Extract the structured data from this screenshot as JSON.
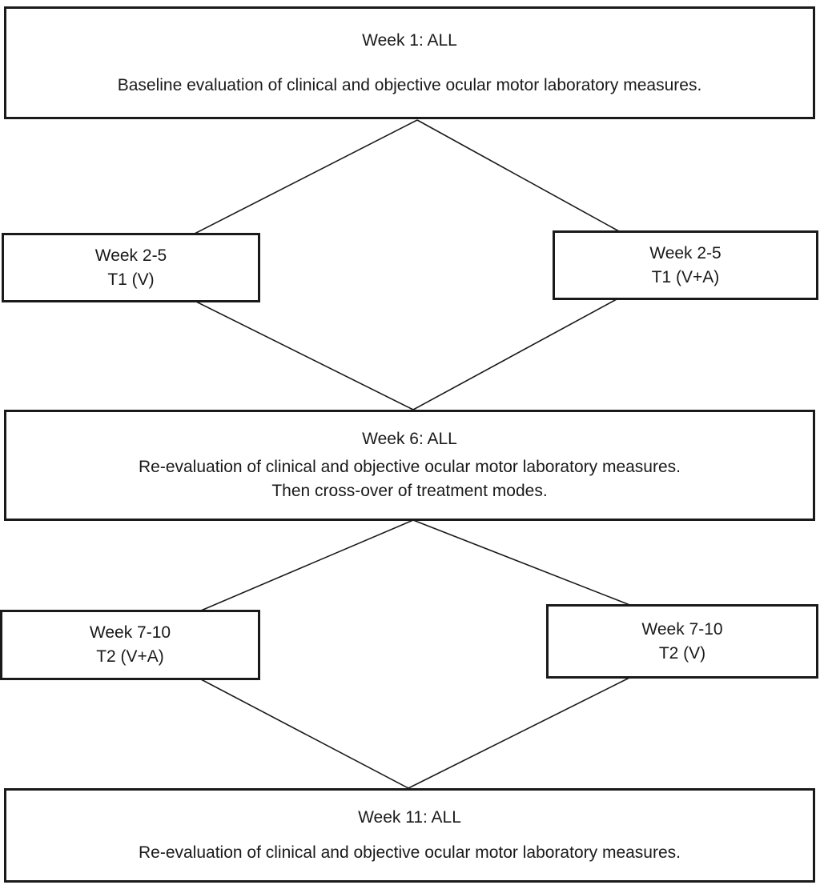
{
  "diagram": {
    "colors": {
      "border": "#1a1a1a",
      "background": "#ffffff",
      "text": "#1a1a1a"
    },
    "boxes": {
      "week1": {
        "title": "Week 1: ALL",
        "body": "Baseline evaluation of clinical and objective ocular motor laboratory measures."
      },
      "week25_left": {
        "title": "Week 2-5",
        "body": "T1 (V)"
      },
      "week25_right": {
        "title": "Week 2-5",
        "body": "T1 (V+A)"
      },
      "week6": {
        "title": "Week 6: ALL",
        "body": "Re-evaluation of clinical and objective ocular motor laboratory measures.",
        "body2": "Then cross-over of treatment modes."
      },
      "week710_left": {
        "title": "Week 7-10",
        "body": "T2 (V+A)"
      },
      "week710_right": {
        "title": "Week 7-10",
        "body": "T2 (V)"
      },
      "week11": {
        "title": "Week 11: ALL",
        "body": "Re-evaluation of clinical and objective ocular motor laboratory measures."
      }
    }
  }
}
